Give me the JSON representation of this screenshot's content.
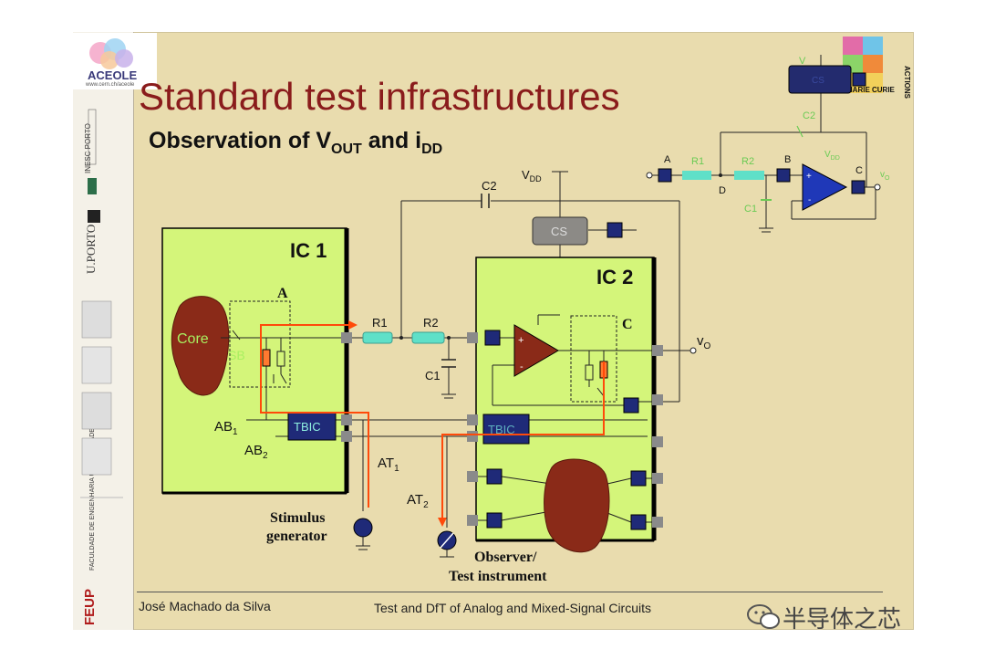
{
  "slide": {
    "title": "Standard test infrastructures",
    "subtitle_prefix": "Observation of V",
    "subtitle_sub1": "OUT",
    "subtitle_mid": " and i",
    "subtitle_sub2": "DD",
    "author": "José Machado da Silva",
    "course": "Test and DfT of Analog and Mixed-Signal Circuits"
  },
  "sidebar": {
    "logo_text": "ACEOLE",
    "logo_url_text": "www.cern.ch/aceole",
    "inesc_text": "INESC PORTO",
    "uporto_text": "U.PORTO",
    "feup_text": "FEUP",
    "feup_long": "FACULDADE DE ENGENHARIA UNIVERSIDADE DO PORTO"
  },
  "badge": {
    "actions_text": "ACTIONS",
    "curie_text": "MARIE CURIE"
  },
  "diagram": {
    "ic1": "IC 1",
    "ic2": "IC 2",
    "core": "Core",
    "sb": "SB",
    "a": "A",
    "c": "C",
    "r1": "R1",
    "r2": "R2",
    "c1": "C1",
    "c2": "C2",
    "vdd_v": "V",
    "vdd_sub": "DD",
    "cs": "CS",
    "vo_v": "v",
    "vo_sub": "O",
    "ab1": "AB",
    "ab1_sub": "1",
    "ab2": "AB",
    "ab2_sub": "2",
    "tbic": "TBIC",
    "at1": "AT",
    "at1_sub": "1",
    "at2": "AT",
    "at2_sub": "2",
    "stimulus": "Stimulus",
    "generator": "generator",
    "observer": "Observer/",
    "instrument": "Test instrument",
    "mini_a": "A",
    "mini_b": "B",
    "mini_c": "C",
    "mini_d": "D",
    "mini_r1": "R1",
    "mini_r2": "R2",
    "mini_c1": "C1",
    "mini_c2": "C2",
    "mini_v": "V",
    "mini_cs": "CS",
    "mini_vdd": "V",
    "mini_vdd_sub": "DD",
    "mini_vo": "v",
    "mini_vo_sub": "O",
    "plus": "+",
    "minus": "-"
  },
  "watermark": {
    "text": "半导体之芯"
  },
  "colors": {
    "slide_bg": "#e9dcae",
    "ic_green": "#d4f57a",
    "title_red": "#8a1c1c",
    "wire_orange": "#ff4a0a",
    "pad_navy": "#1f2a78",
    "resistor_cyan": "#5fe0c8",
    "core_brown": "#8a2a18"
  }
}
